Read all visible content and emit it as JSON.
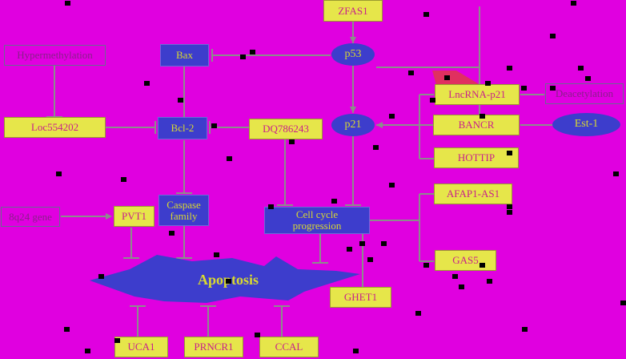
{
  "nodes": {
    "zfas1": "ZFAS1",
    "hypermethylation": "Hypermethylation",
    "bax": "Bax",
    "p53": "p53",
    "lncrna_p21": "LncRNA-p21",
    "deacetylation": "Deacetylation",
    "loc554202": "Loc554202",
    "bcl2": "Bcl-2",
    "dq786243": "DQ786243",
    "p21": "p21",
    "bancr": "BANCR",
    "est1": "Est-1",
    "hottip": "HOTTIP",
    "q8q24_gene": "8q24 gene",
    "pvt1": "PVT1",
    "caspase_family": "Caspase family",
    "cell_cycle": "Cell cycle progression",
    "afap1_as1": "AFAP1-AS1",
    "gas5": "GAS5",
    "apoptosis": "Apoptosis",
    "ghet1": "GHET1",
    "uca1": "UCA1",
    "prncr1": "PRNCR1",
    "ccal": "CCAL"
  },
  "colors": {
    "background": "#e000e0",
    "yellow_box": "#e6e64a",
    "blue_box": "#3d3dcc",
    "connector": "#8c8c8c"
  }
}
